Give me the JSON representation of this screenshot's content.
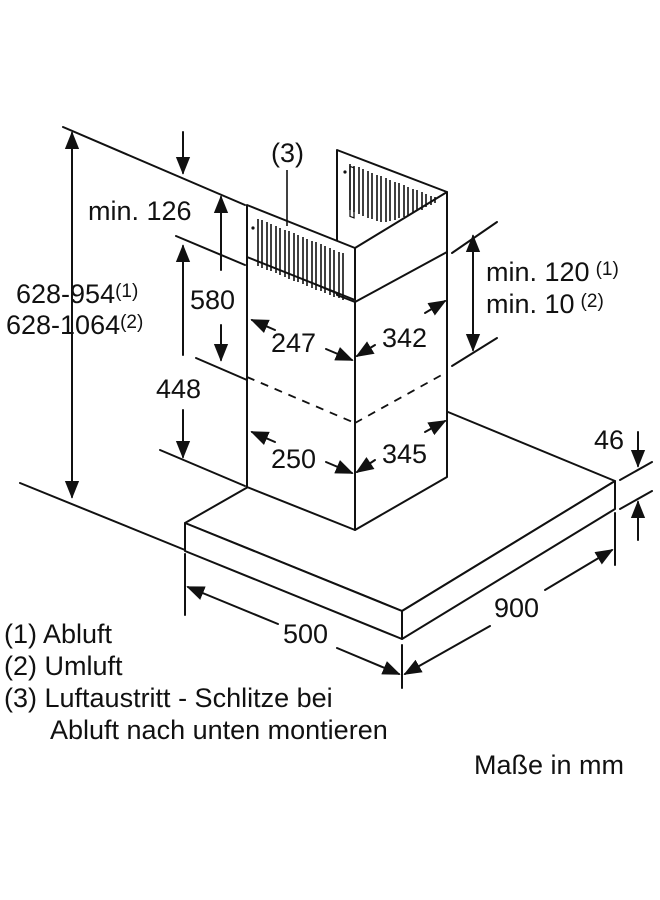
{
  "drawing": {
    "subject": "range hood dimension drawing",
    "labels": {
      "callout_3": "(3)",
      "min_126": "min. 126",
      "total_height_1": "628-954",
      "total_height_1_ref": "(1)",
      "total_height_2": "628-1064",
      "total_height_2_ref": "(2)",
      "upper_chimney_height": "580",
      "lower_chimney_height": "448",
      "upper_chimney_width": "247",
      "upper_chimney_depth": "342",
      "lower_chimney_width": "250",
      "lower_chimney_depth": "345",
      "clearance_1": "min. 120",
      "clearance_1_ref": "(1)",
      "clearance_2": "min. 10",
      "clearance_2_ref": "(2)",
      "canopy_height": "46",
      "canopy_depth": "500",
      "canopy_width": "900"
    }
  },
  "legend": {
    "items": [
      {
        "text": "(1) Abluft"
      },
      {
        "text": "(2) Umluft"
      },
      {
        "text": "(3) Luftaustritt - Schlitze bei"
      },
      {
        "text": "Abluft nach unten montieren"
      }
    ]
  },
  "units_note": "Maße in mm"
}
